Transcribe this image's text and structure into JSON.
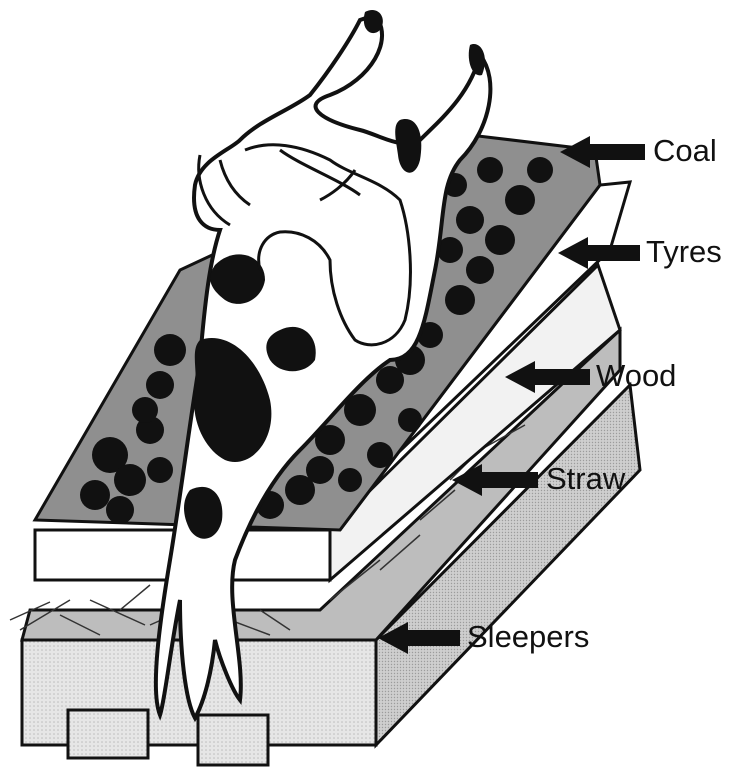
{
  "diagram": {
    "labels": {
      "coal": "Coal",
      "tyres": "Tyres",
      "wood": "Wood",
      "straw": "Straw",
      "sleepers": "Sleepers"
    }
  },
  "colors": {
    "ink": "#111111",
    "coal_surface": "#8f8f8f",
    "straw_layer": "#bdbdbd",
    "sleeper_face": "#d9d9d9",
    "white": "#ffffff"
  }
}
